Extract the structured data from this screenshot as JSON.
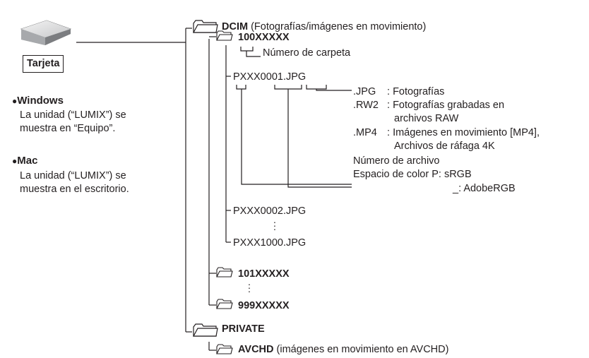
{
  "card": {
    "label": "Tarjeta",
    "icon": "sd-card-icon"
  },
  "windows": {
    "title": "Windows",
    "lines": [
      "La unidad (“LUMIX”) se",
      "muestra en “Equipo”."
    ]
  },
  "mac": {
    "title": "Mac",
    "lines": [
      "La unidad (“LUMIX”) se",
      "muestra en el escritorio."
    ]
  },
  "dcim": {
    "name": "DCIM",
    "desc": "(Fotografías/imágenes en movimiento)"
  },
  "folder_100": "100XXXXX",
  "folder_number_label": "Número de carpeta",
  "file_first": "PXXX0001.JPG",
  "extensions": [
    {
      "ext": ".JPG",
      "desc": [
        "Fotografías"
      ]
    },
    {
      "ext": ".RW2",
      "desc": [
        "Fotografías grabadas en",
        "archivos RAW"
      ]
    },
    {
      "ext": ".MP4",
      "desc": [
        "Imágenes en movimiento [MP4],",
        "Archivos de ráfaga 4K"
      ]
    }
  ],
  "file_number_label": "Número de archivo",
  "color_space": {
    "label": "Espacio de color P: sRGB",
    "alt": "_: AdobeRGB"
  },
  "file_second": "PXXX0002.JPG",
  "file_last": "PXXX1000.JPG",
  "folder_101": "101XXXXX",
  "folder_999": "999XXXXX",
  "private": "PRIVATE",
  "avchd": {
    "name": "AVCHD",
    "desc": "(imágenes en movimiento en AVCHD)"
  },
  "colors": {
    "ink": "#231f20",
    "bullet": "#231f20"
  }
}
